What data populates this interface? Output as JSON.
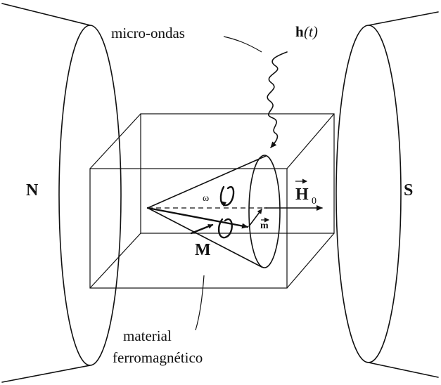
{
  "labels": {
    "north": "N",
    "south": "S",
    "microwaves": "micro-ondas",
    "field_h": "h",
    "field_h_arg": "(t)",
    "omega": "ω",
    "field_H": "H",
    "field_H_sub": "0",
    "moment_m": "m",
    "magnetization": "M",
    "material_line1": "material",
    "material_line2": "ferromagnético"
  }
}
